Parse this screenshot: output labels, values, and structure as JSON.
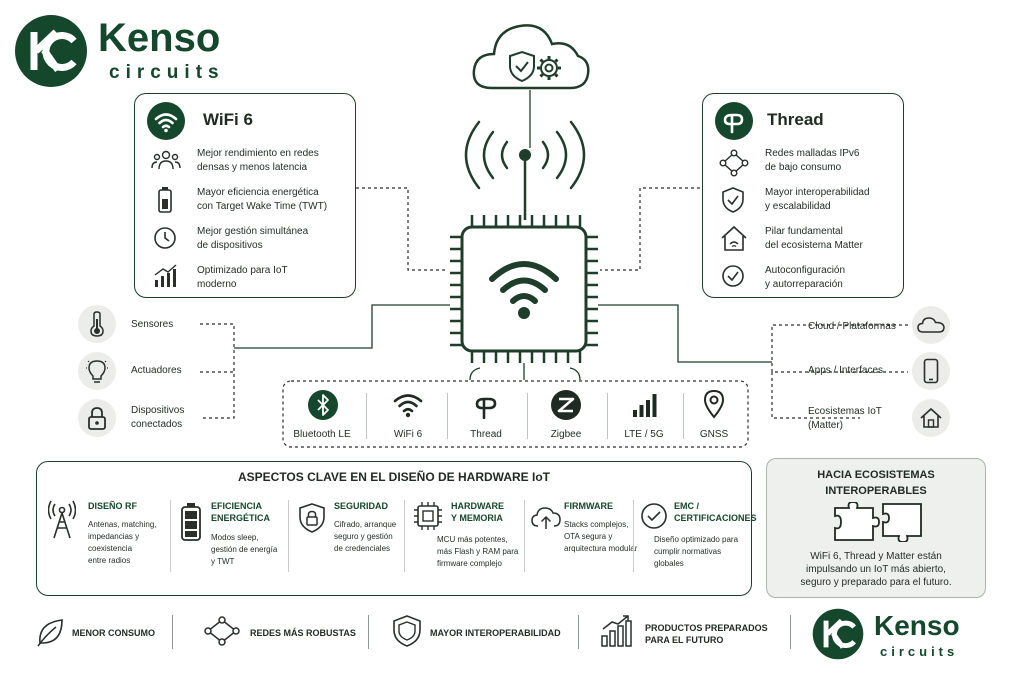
{
  "brand": {
    "name": "Kenso",
    "sub": "circuits"
  },
  "wifi6": {
    "title": "WiFi 6",
    "features": [
      {
        "icon": "people-icon",
        "lines": [
          "Mejor rendimiento en redes",
          "densas y menos latencia"
        ]
      },
      {
        "icon": "battery-icon",
        "lines": [
          "Mayor eficiencia energética",
          "con Target Wake Time (TWT)"
        ]
      },
      {
        "icon": "clock-icon",
        "lines": [
          "Mejor gestión simultánea",
          "de dispositivos"
        ]
      },
      {
        "icon": "growth-chart-icon",
        "lines": [
          "Optimizado para IoT",
          "moderno"
        ]
      }
    ]
  },
  "thread": {
    "title": "Thread",
    "features": [
      {
        "icon": "mesh-icon",
        "lines": [
          "Redes malladas IPv6",
          "de bajo consumo"
        ]
      },
      {
        "icon": "shield-check-icon",
        "lines": [
          "Mayor interoperabilidad",
          "y escalabilidad"
        ]
      },
      {
        "icon": "smart-home-icon",
        "lines": [
          "Pilar fundamental",
          "del ecosistema Matter"
        ]
      },
      {
        "icon": "check-circle-icon",
        "lines": [
          "Autoconfiguración",
          "y autorreparación"
        ]
      }
    ]
  },
  "left_devices": [
    {
      "icon": "thermometer-icon",
      "lines": [
        "Sensores"
      ]
    },
    {
      "icon": "lightbulb-icon",
      "lines": [
        "Actuadores"
      ]
    },
    {
      "icon": "lock-icon",
      "lines": [
        "Dispositivos",
        "conectados"
      ]
    }
  ],
  "right_targets": [
    {
      "icon": "cloud-icon",
      "lines": [
        "Cloud / Plataformas"
      ]
    },
    {
      "icon": "smartphone-icon",
      "lines": [
        "Apps / Interfaces"
      ]
    },
    {
      "icon": "home-icon",
      "lines": [
        "Ecosistemas IoT",
        "(Matter)"
      ]
    }
  ],
  "protocols": [
    "Bluetooth LE",
    "WiFi 6",
    "Thread",
    "Zigbee",
    "LTE / 5G",
    "GNSS"
  ],
  "aspects": {
    "title": "ASPECTOS CLAVE EN EL DISEÑO DE HARDWARE IoT",
    "items": [
      {
        "icon": "antenna-icon",
        "title": [
          "DISEÑO RF"
        ],
        "text": [
          "Antenas, matching,",
          "impedancias y",
          "coexistencia",
          "entre radios"
        ]
      },
      {
        "icon": "battery-full-icon",
        "title": [
          "EFICIENCIA",
          "ENERGÉTICA"
        ],
        "text": [
          "Modos sleep,",
          "gestión de energía",
          "y TWT"
        ]
      },
      {
        "icon": "shield-lock-icon",
        "title": [
          "SEGURIDAD"
        ],
        "text": [
          "Cifrado, arranque",
          "seguro y gestión",
          "de credenciales"
        ]
      },
      {
        "icon": "microchip-icon",
        "title": [
          "HARDWARE",
          "Y MEMORIA"
        ],
        "text": [
          "MCU más potentes,",
          "más Flash y RAM para",
          "firmware complejo"
        ]
      },
      {
        "icon": "cloud-upload-icon",
        "title": [
          "FIRMWARE"
        ],
        "text": [
          "Stacks complejos,",
          "OTA segura y",
          "arquitectura modular"
        ]
      },
      {
        "icon": "certification-icon",
        "title": [
          "EMC /",
          "CERTIFICACIONES"
        ],
        "text": [
          "Diseño optimizado para",
          "cumplir normativas",
          "globales"
        ]
      }
    ]
  },
  "ecosystem": {
    "title": [
      "HACIA ECOSISTEMAS",
      "INTEROPERABLES"
    ],
    "text": [
      "WiFi 6, Thread y Matter están",
      "impulsando un IoT más abierto,",
      "seguro y preparado para el futuro."
    ]
  },
  "bottom": [
    {
      "icon": "leaf-icon",
      "lines": [
        "MENOR CONSUMO"
      ]
    },
    {
      "icon": "network-icon",
      "lines": [
        "REDES MÁS ROBUSTAS"
      ]
    },
    {
      "icon": "shield-icon",
      "lines": [
        "MAYOR INTEROPERABILIDAD"
      ]
    },
    {
      "icon": "chart-up-icon",
      "lines": [
        "PRODUCTOS PREPARADOS",
        "PARA EL FUTURO"
      ]
    }
  ],
  "colors": {
    "brand_green": "#14472b",
    "line": "#1f3d2b",
    "panel_bg": "#eef0ee"
  }
}
